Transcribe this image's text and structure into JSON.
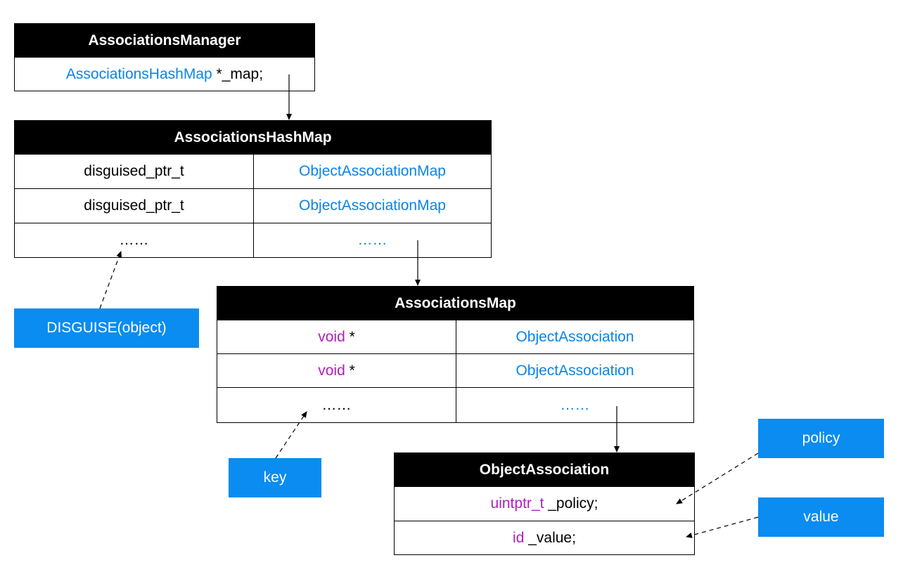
{
  "associations_manager": {
    "title": "AssociationsManager",
    "field_type": "AssociationsHashMap",
    "field_name": " *_map;"
  },
  "associations_hash_map": {
    "title": "AssociationsHashMap",
    "rows": [
      {
        "key": "disguised_ptr_t",
        "value": "ObjectAssociationMap"
      },
      {
        "key": "disguised_ptr_t",
        "value": "ObjectAssociationMap"
      },
      {
        "key": "……",
        "value": "……"
      }
    ]
  },
  "associations_map": {
    "title": "AssociationsMap",
    "rows": [
      {
        "key_type": "void",
        "key_suffix": " *",
        "value": "ObjectAssociation"
      },
      {
        "key_type": "void",
        "key_suffix": " *",
        "value": "ObjectAssociation"
      },
      {
        "key_type": "",
        "key_suffix": "……",
        "value": "……"
      }
    ]
  },
  "object_association": {
    "title": "ObjectAssociation",
    "policy_type": "uintptr_t",
    "policy_name": " _policy;",
    "value_type": "id",
    "value_name": " _value;"
  },
  "labels": {
    "disguise": "DISGUISE(object)",
    "key": "key",
    "policy": "policy",
    "value": "value"
  },
  "colors": {
    "header_bg": "#000000",
    "type_blue": "#0a84e6",
    "keyword_purple": "#b01ec0",
    "badge_blue": "#0a8cf0"
  }
}
